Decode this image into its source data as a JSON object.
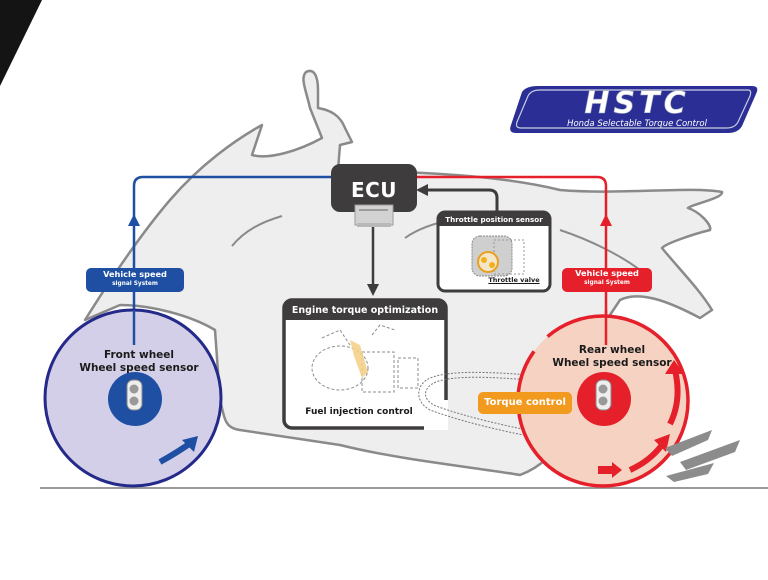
{
  "logo": {
    "acronym": "HSTC",
    "full_name": "Honda Selectable Torque Control",
    "colors": {
      "badge": "#2b2f95",
      "text": "#ffffff"
    }
  },
  "ecu": {
    "label": "ECU"
  },
  "throttle_sensor": {
    "title": "Throttle position sensor",
    "sub_label": "Throttle valve"
  },
  "engine_box": {
    "title": "Engine torque optimization",
    "sub_label": "Fuel injection control"
  },
  "front": {
    "signal_line1": "Vehicle speed",
    "signal_line2": "signal System",
    "wheel_line1": "Front wheel",
    "wheel_line2": "Wheel speed sensor"
  },
  "rear": {
    "signal_line1": "Vehicle speed",
    "signal_line2": "signal System",
    "wheel_line1": "Rear wheel",
    "wheel_line2": "Wheel speed sensor"
  },
  "torque_control": {
    "label": "Torque control"
  },
  "colors": {
    "front_blue": "#1e4fa3",
    "front_wheel_fill": "#d4cfe8",
    "front_wheel_rim": "#232a8a",
    "rear_red": "#e5202a",
    "rear_wheel_fill": "#f6d2c2",
    "ecu_dark": "#3e3c3c",
    "torque_orange": "#f29a1e",
    "bike_fill": "#eeeeee",
    "bike_outline": "#8a8a8a"
  }
}
